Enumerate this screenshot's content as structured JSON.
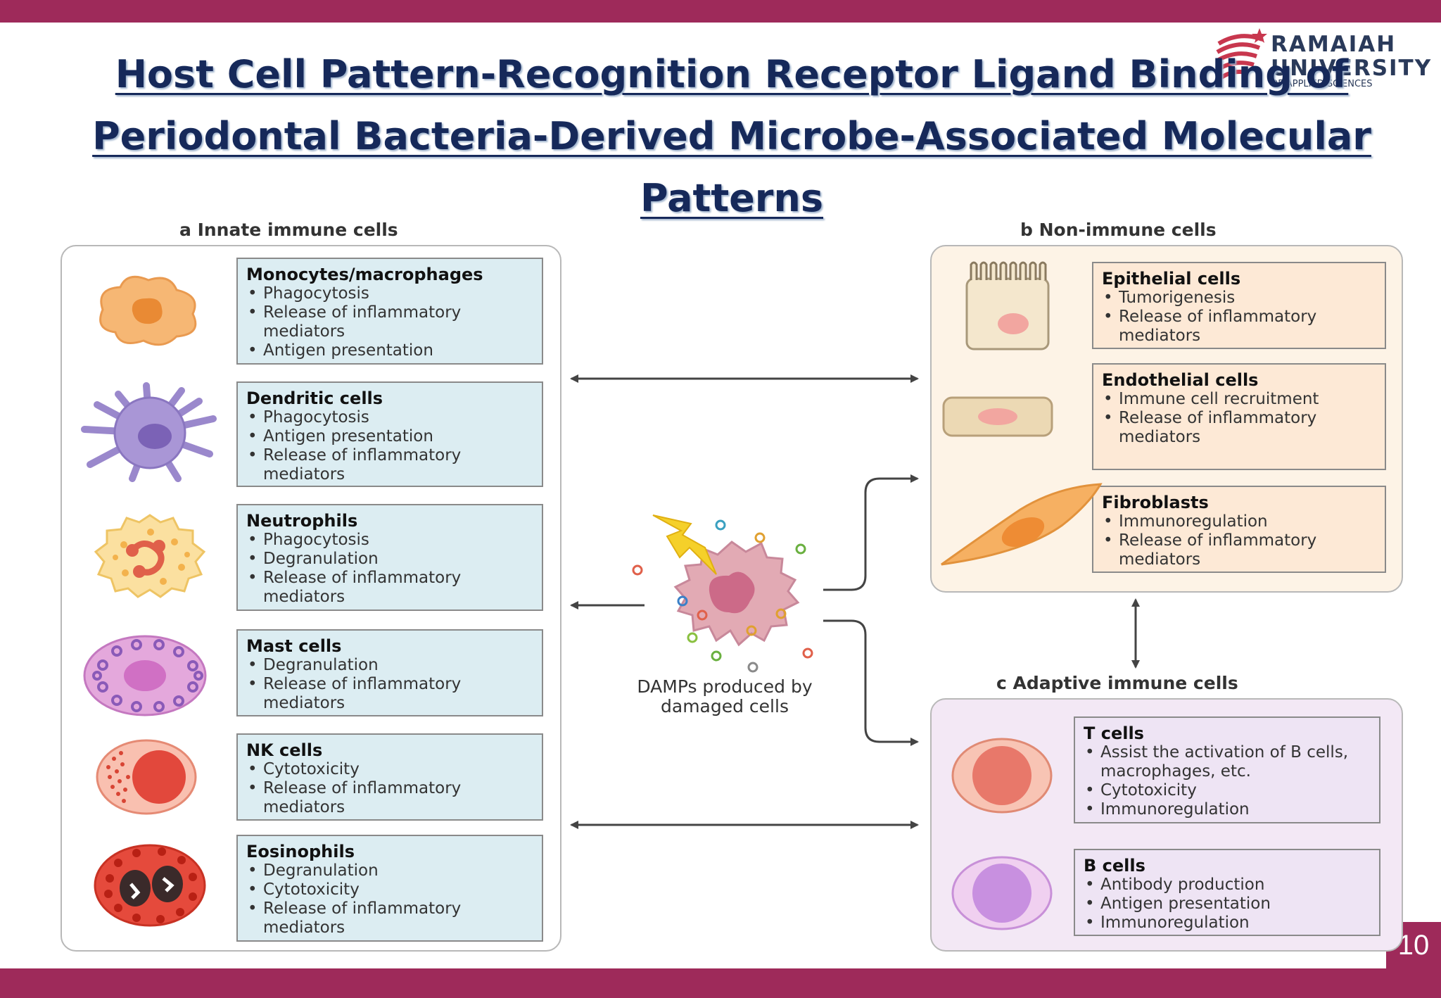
{
  "slide": {
    "title": "Host Cell Pattern-Recognition Receptor Ligand Binding of Periodontal Bacteria-Derived Microbe-Associated Molecular Patterns",
    "page_number": "10",
    "logo_name_line1": "RAMAIAH",
    "logo_name_line2": "UNIVERSITY",
    "logo_sub": "OF APPLIED SCIENCES"
  },
  "theme": {
    "accent": "#9e2a5a",
    "title_color": "#16295a",
    "innate_panel": "#ffffff",
    "box_blue": "#dcedf2",
    "box_peach": "#fde9d6",
    "adaptive_panel": "#f3e8f5",
    "box_lilac": "#eee4f4",
    "non_immune_panel": "#fdf3e6"
  },
  "diagram": {
    "panel_a": {
      "label": "a  Innate immune cells",
      "cells": [
        {
          "name": "Monocytes/macrophages",
          "icon": "macrophage-icon",
          "items": [
            "Phagocytosis",
            "Release of inflammatory mediators",
            "Antigen presentation"
          ]
        },
        {
          "name": "Dendritic cells",
          "icon": "dendritic-cell-icon",
          "items": [
            "Phagocytosis",
            "Antigen presentation",
            "Release of inflammatory mediators"
          ]
        },
        {
          "name": "Neutrophils",
          "icon": "neutrophil-icon",
          "items": [
            "Phagocytosis",
            "Degranulation",
            "Release of inflammatory mediators"
          ]
        },
        {
          "name": "Mast cells",
          "icon": "mast-cell-icon",
          "items": [
            "Degranulation",
            "Release of inflammatory mediators"
          ]
        },
        {
          "name": "NK cells",
          "icon": "nk-cell-icon",
          "items": [
            "Cytotoxicity",
            "Release of inflammatory mediators"
          ]
        },
        {
          "name": "Eosinophils",
          "icon": "eosinophil-icon",
          "items": [
            "Degranulation",
            "Cytotoxicity",
            "Release of inflammatory mediators"
          ]
        }
      ]
    },
    "panel_b": {
      "label": "b  Non-immune cells",
      "cells": [
        {
          "name": "Epithelial cells",
          "icon": "epithelial-cell-icon",
          "items": [
            "Tumorigenesis",
            "Release of inflammatory mediators"
          ]
        },
        {
          "name": "Endothelial cells",
          "icon": "endothelial-cell-icon",
          "items": [
            "Immune cell recruitment",
            "Release of inflammatory mediators"
          ]
        },
        {
          "name": "Fibroblasts",
          "icon": "fibroblast-icon",
          "items": [
            "Immunoregulation",
            "Release of inflammatory mediators"
          ]
        }
      ]
    },
    "panel_c": {
      "label": "c  Adaptive immune cells",
      "cells": [
        {
          "name": "T cells",
          "icon": "t-cell-icon",
          "items": [
            "Assist the activation of B cells, macrophages, etc.",
            "Cytotoxicity",
            "Immunoregulation"
          ]
        },
        {
          "name": "B cells",
          "icon": "b-cell-icon",
          "items": [
            "Antibody production",
            "Antigen presentation",
            "Immunoregulation"
          ]
        }
      ]
    },
    "center": {
      "label": "DAMPs produced by damaged cells",
      "icon": "damaged-cell-icon"
    }
  }
}
